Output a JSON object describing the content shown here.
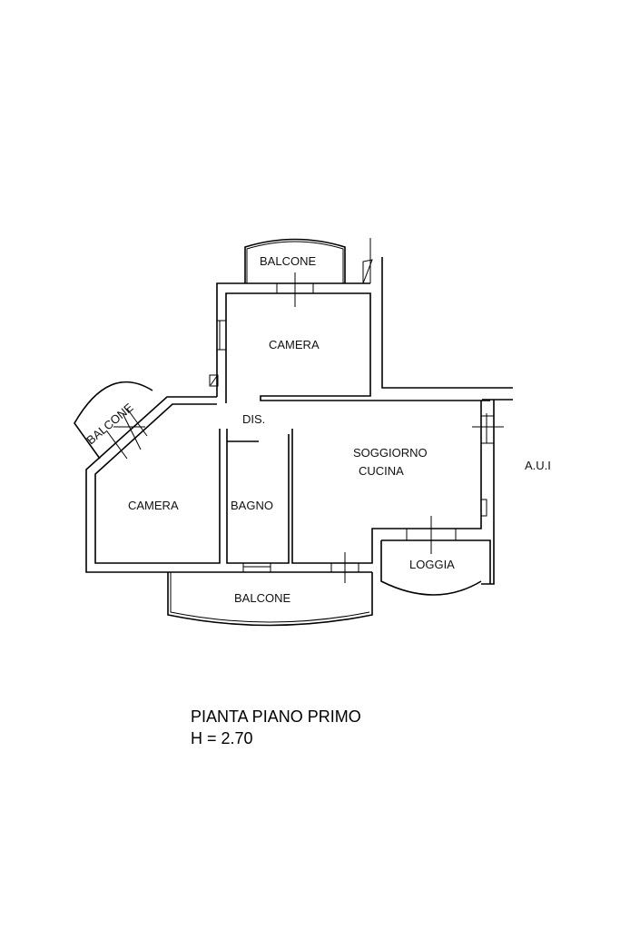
{
  "rooms": {
    "balcone_top": "BALCONE",
    "camera_top": "CAMERA",
    "balcone_left": "BALCONE",
    "dis": "DIS.",
    "camera_left": "CAMERA",
    "bagno": "BAGNO",
    "soggiorno": "SOGGIORNO",
    "cucina": "CUCINA",
    "loggia": "LOGGIA",
    "balcone_bottom": "BALCONE",
    "aui": "A.U.I"
  },
  "caption": {
    "title": "PIANTA PIANO PRIMO",
    "height": "H = 2.70"
  }
}
